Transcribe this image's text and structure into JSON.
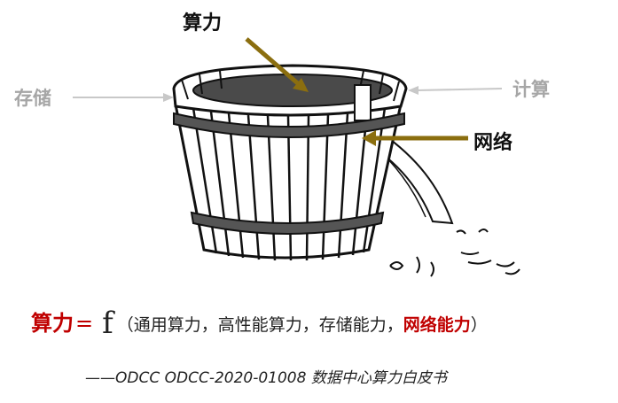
{
  "labels": {
    "compute_top": "算力",
    "storage": "存储",
    "compute_right": "计算",
    "network": "网络"
  },
  "formula": {
    "lhs": "算力",
    "equals": "=",
    "func": "f",
    "args_prefix": "（通用算力，高性能算力，存储能力，",
    "args_highlight": "网络能力",
    "args_suffix": "）"
  },
  "source": "——ODCC ODCC-2020-01008 数据中心算力白皮书",
  "colors": {
    "arrow_gold": "#8b6e0f",
    "arrow_gray": "#c8c8c8",
    "highlight_red": "#c00000",
    "gray_text": "#a6a6a6"
  }
}
